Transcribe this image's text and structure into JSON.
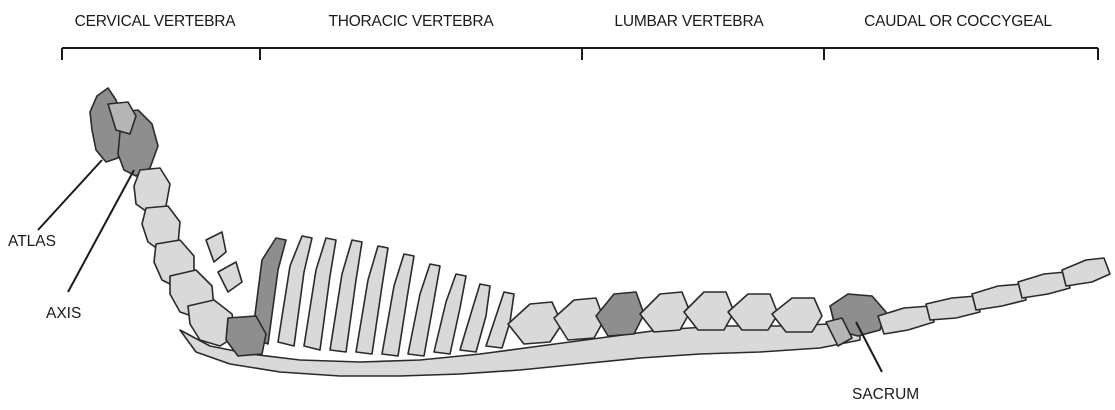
{
  "regions": [
    {
      "label": "CERVICAL VERTEBRA"
    },
    {
      "label": "THORACIC VERTEBRA"
    },
    {
      "label": "LUMBAR VERTEBRA"
    },
    {
      "label": "CAUDAL OR COCCYGEAL"
    }
  ],
  "parts": [
    {
      "label": "ATLAS"
    },
    {
      "label": "AXIS"
    },
    {
      "label": "SACRUM"
    }
  ],
  "colors": {
    "ink": "#1a1a1a",
    "bone_light": "#d9d9d9",
    "bone_dark": "#8e8e8e",
    "background": "#ffffff"
  }
}
